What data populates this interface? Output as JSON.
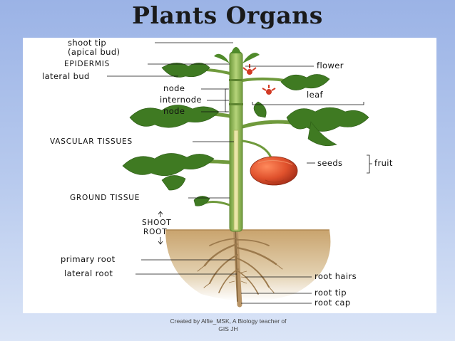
{
  "title": "Plants Organs",
  "credit": {
    "line1": "Created by Alfie_MSK, A Biology teacher of",
    "line2": "GIS JH"
  },
  "labels": {
    "shoot_tip": "shoot tip",
    "apical_bud": "(apical bud)",
    "epidermis": "EPIDERMIS",
    "lateral_bud": "lateral bud",
    "node_top": "node",
    "internode": "internode",
    "node_bottom": "node",
    "vascular_tissues": "VASCULAR TISSUES",
    "ground_tissue": "GROUND TISSUE",
    "shoot": "SHOOT",
    "root": "ROOT",
    "primary_root": "primary root",
    "lateral_root": "lateral root",
    "flower": "flower",
    "leaf": "leaf",
    "seeds": "seeds",
    "fruit": "fruit",
    "root_hairs": "root hairs",
    "root_tip": "root tip",
    "root_cap": "root cap"
  },
  "colors": {
    "background": "#9bb3e6",
    "soil": "#c9a46e",
    "stem": "#8db35a",
    "leaf": "#3f7a22",
    "fruit": "#e0512c",
    "root": "#a98659"
  }
}
